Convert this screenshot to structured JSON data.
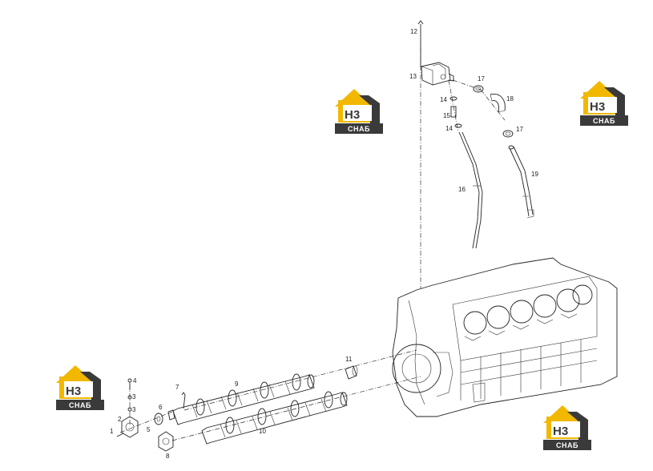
{
  "brand": {
    "logo_top": "H3",
    "logo_bottom": "СНАБ",
    "yellow": "#f2b800",
    "dark": "#3a3a3a"
  },
  "callouts": {
    "c1": "1",
    "c2": "2",
    "c3a": "3",
    "c3b": "3",
    "c4": "4",
    "c5": "5",
    "c6": "6",
    "c7": "7",
    "c8": "8",
    "c9": "9",
    "c10": "10",
    "c11": "11",
    "c12": "12",
    "c13": "13",
    "c14a": "14",
    "c14b": "14",
    "c15": "15",
    "c16": "16",
    "c17a": "17",
    "c17b": "17",
    "c18": "18",
    "c19": "19"
  }
}
